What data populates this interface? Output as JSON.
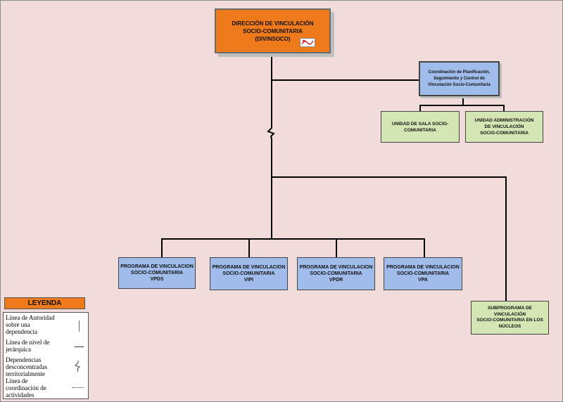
{
  "director": {
    "line1": "DIRECCIÓN DE VINCULACIÓN",
    "line2": "SOCIO-COMUNITARIA",
    "line3": "(DIVINSOCO)"
  },
  "coordination": {
    "line1": "Coordinación de Planificación,",
    "line2": "Seguimiento y Control de",
    "line3": "Vinculación Socio-Comunitaria"
  },
  "units": [
    {
      "line1": "UNIDAD DE SALA SOCIO-",
      "line2": "COMUNITARIA",
      "line3": ""
    },
    {
      "line1": "UNIDAD ADMINISTRACIÓN",
      "line2": "DE VINCULACIÓN",
      "line3": "SOCIO-COMUNITARIA"
    }
  ],
  "programs": [
    {
      "line1": "PROGRAMA DE VINCULACION",
      "line2": "SOCIO-COMUNITARIA",
      "line3": "VPDS"
    },
    {
      "line1": "PROGRAMA DE VINCULACION",
      "line2": "SOCIO-COMUNITARIA",
      "line3": "VIPI"
    },
    {
      "line1": "PROGRAMA DE VINCULACION",
      "line2": "SOCIO-COMUNITARIA",
      "line3": "VPDR"
    },
    {
      "line1": "PROGRAMA DE VINCULACION",
      "line2": "SOCIO-COMUNITARIA",
      "line3": "VPA"
    }
  ],
  "subprogram": {
    "line1": "SUBPROGRAMA DE",
    "line2": "VINCULACIÓN",
    "line3": "SOCIO-COMUNITARIA EN LOS",
    "line4": "NÚCLEOS"
  },
  "legend": {
    "title": "LEYENDA",
    "items": [
      "Línea de Autoridad sobre una dependencia",
      "Línea de nivel de jerárquica",
      "Dependencias desconcentradas territorialmente",
      "Línea de coordinación de actividades"
    ]
  },
  "colors": {
    "background": "#f1dcdb",
    "director": "#ef7a1c",
    "program": "#9fbcea",
    "unit": "#d5e6b5"
  }
}
